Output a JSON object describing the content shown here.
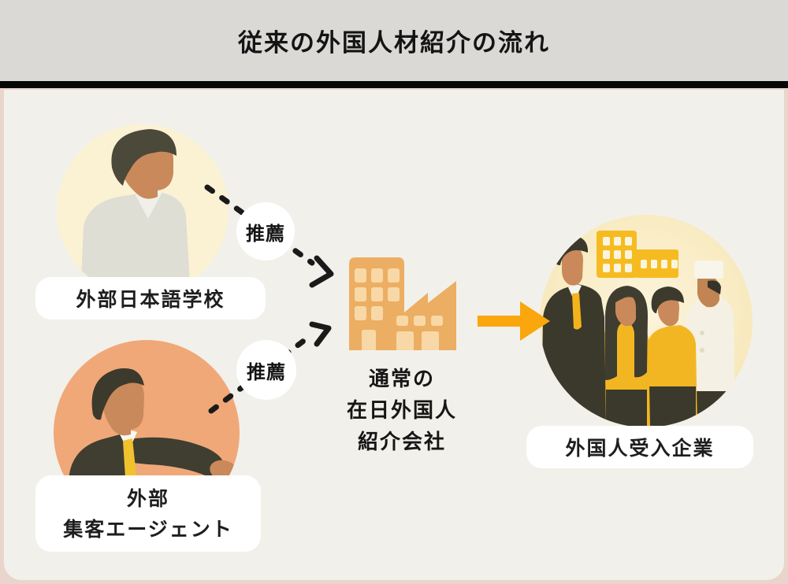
{
  "header": {
    "title": "従来の外国人材紹介の流れ"
  },
  "nodes": {
    "school": {
      "label": "外部日本語学校",
      "icon": "teacher-person-illustration"
    },
    "agent": {
      "label_lines": [
        "外部",
        "集客エージェント"
      ],
      "icon": "businessman-illustration"
    },
    "company": {
      "label_lines": [
        "通常の",
        "在日外国人",
        "紹介会社"
      ],
      "icon": "office-building-icon"
    },
    "employer": {
      "label": "外国人受入企業",
      "icon": "foreign-workers-illustration"
    }
  },
  "edges": [
    {
      "from": "school",
      "to": "company",
      "label": "推薦",
      "style": "dashed-black-arrow"
    },
    {
      "from": "agent",
      "to": "company",
      "label": "推薦",
      "style": "dashed-black-arrow"
    },
    {
      "from": "company",
      "to": "employer",
      "label": "",
      "style": "solid-orange-arrow"
    }
  ],
  "colors": {
    "header_background": "#DAD9D6",
    "divider": "#060606",
    "canvas_background": "#F2F0EA",
    "frame_border": "#E9D5CB",
    "school_circle": "#FBF2D4",
    "agent_circle": "#F0A878",
    "employer_circle": "#F9ECC4",
    "company_building": "#ECAE62",
    "building_window": "#F8D8A6",
    "employer_building": "#F5BB20",
    "solid_arrow": "#F9A70D",
    "label_background": "#FFFFFF",
    "text": "#1A1A1A"
  }
}
